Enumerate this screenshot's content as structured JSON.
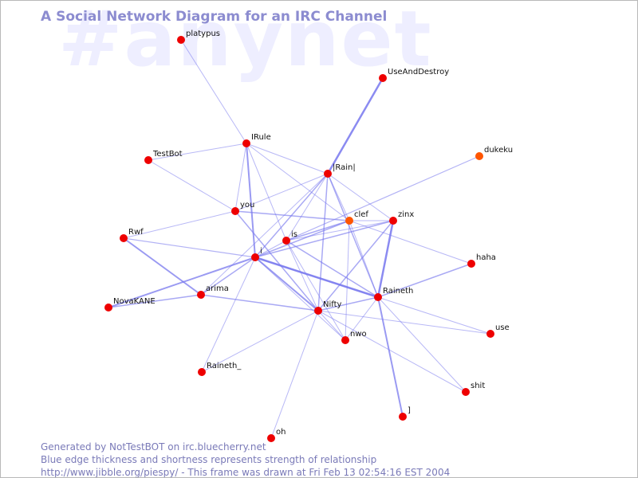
{
  "watermark": "#anynet",
  "title": "A Social Network Diagram for an IRC Channel",
  "colors": {
    "edge": "#7777ee",
    "node": "#ee0000",
    "node_highlight": "#ff5500",
    "title": "#8c8cd0",
    "footer": "#7a7ab8"
  },
  "nodes": [
    {
      "id": "platypus",
      "label": "platypus"
    },
    {
      "id": "UseAndDestroy",
      "label": "UseAndDestroy"
    },
    {
      "id": "IRule",
      "label": "IRule"
    },
    {
      "id": "TestBot",
      "label": "TestBot"
    },
    {
      "id": "IRain",
      "label": "|Rain|"
    },
    {
      "id": "dukeku",
      "label": "dukeku",
      "highlight": true
    },
    {
      "id": "you",
      "label": "you"
    },
    {
      "id": "clef",
      "label": "clef",
      "highlight": true
    },
    {
      "id": "zinx",
      "label": "zinx"
    },
    {
      "id": "Rwf",
      "label": "Rwf"
    },
    {
      "id": "is",
      "label": "is"
    },
    {
      "id": "i",
      "label": "i"
    },
    {
      "id": "haha",
      "label": "haha"
    },
    {
      "id": "arima",
      "label": "arima"
    },
    {
      "id": "Raineth",
      "label": "Raineth"
    },
    {
      "id": "NovaKANE",
      "label": "NovaKANE"
    },
    {
      "id": "Nifty",
      "label": "Nifty"
    },
    {
      "id": "use",
      "label": "use"
    },
    {
      "id": "nwo",
      "label": "nwo"
    },
    {
      "id": "Raineth_",
      "label": "Raineth_"
    },
    {
      "id": "shit",
      "label": "shit"
    },
    {
      "id": "bracket",
      "label": "]"
    },
    {
      "id": "oh",
      "label": "oh"
    }
  ],
  "edges": [
    {
      "from": "platypus",
      "to": "IRule",
      "w": 1
    },
    {
      "from": "IRule",
      "to": "TestBot",
      "w": 1
    },
    {
      "from": "IRule",
      "to": "IRain",
      "w": 1
    },
    {
      "from": "IRule",
      "to": "you",
      "w": 1
    },
    {
      "from": "IRule",
      "to": "i",
      "w": 2
    },
    {
      "from": "IRule",
      "to": "is",
      "w": 1
    },
    {
      "from": "IRule",
      "to": "clef",
      "w": 1
    },
    {
      "from": "TestBot",
      "to": "you",
      "w": 1
    },
    {
      "from": "UseAndDestroy",
      "to": "IRain",
      "w": 2.5
    },
    {
      "from": "IRain",
      "to": "you",
      "w": 1
    },
    {
      "from": "IRain",
      "to": "i",
      "w": 1.5
    },
    {
      "from": "IRain",
      "to": "is",
      "w": 1
    },
    {
      "from": "IRain",
      "to": "Nifty",
      "w": 1.5
    },
    {
      "from": "IRain",
      "to": "Raineth",
      "w": 1.5
    },
    {
      "from": "IRain",
      "to": "zinx",
      "w": 1
    },
    {
      "from": "IRain",
      "to": "clef",
      "w": 1
    },
    {
      "from": "IRain",
      "to": "arima",
      "w": 1
    },
    {
      "from": "dukeku",
      "to": "is",
      "w": 1.2
    },
    {
      "from": "you",
      "to": "clef",
      "w": 1.5
    },
    {
      "from": "you",
      "to": "Rwf",
      "w": 1
    },
    {
      "from": "you",
      "to": "Nifty",
      "w": 1.5
    },
    {
      "from": "clef",
      "to": "i",
      "w": 1.5
    },
    {
      "from": "clef",
      "to": "is",
      "w": 1.5
    },
    {
      "from": "clef",
      "to": "nwo",
      "w": 1
    },
    {
      "from": "clef",
      "to": "Raineth",
      "w": 1
    },
    {
      "from": "clef",
      "to": "haha",
      "w": 1
    },
    {
      "from": "clef",
      "to": "zinx",
      "w": 1
    },
    {
      "from": "zinx",
      "to": "i",
      "w": 1.5
    },
    {
      "from": "zinx",
      "to": "Raineth",
      "w": 2.5
    },
    {
      "from": "zinx",
      "to": "Nifty",
      "w": 1.5
    },
    {
      "from": "zinx",
      "to": "is",
      "w": 1
    },
    {
      "from": "Rwf",
      "to": "i",
      "w": 1.2
    },
    {
      "from": "Rwf",
      "to": "arima",
      "w": 2
    },
    {
      "from": "is",
      "to": "i",
      "w": 1
    },
    {
      "from": "is",
      "to": "Raineth",
      "w": 1.5
    },
    {
      "from": "is",
      "to": "nwo",
      "w": 1
    },
    {
      "from": "is",
      "to": "Nifty",
      "w": 1
    },
    {
      "from": "i",
      "to": "Raineth",
      "w": 2.5
    },
    {
      "from": "i",
      "to": "Nifty",
      "w": 2
    },
    {
      "from": "i",
      "to": "arima",
      "w": 1.5
    },
    {
      "from": "i",
      "to": "NovaKANE",
      "w": 2
    },
    {
      "from": "i",
      "to": "Raineth_",
      "w": 1
    },
    {
      "from": "i",
      "to": "use",
      "w": 1
    },
    {
      "from": "i",
      "to": "nwo",
      "w": 1
    },
    {
      "from": "Raineth",
      "to": "haha",
      "w": 1.5
    },
    {
      "from": "Raineth",
      "to": "Nifty",
      "w": 1.5
    },
    {
      "from": "Raineth",
      "to": "bracket",
      "w": 2
    },
    {
      "from": "Raineth",
      "to": "shit",
      "w": 1
    },
    {
      "from": "Raineth",
      "to": "nwo",
      "w": 1
    },
    {
      "from": "arima",
      "to": "NovaKANE",
      "w": 1.5
    },
    {
      "from": "arima",
      "to": "Nifty",
      "w": 1.5
    },
    {
      "from": "Nifty",
      "to": "use",
      "w": 1
    },
    {
      "from": "Nifty",
      "to": "nwo",
      "w": 1
    },
    {
      "from": "Nifty",
      "to": "oh",
      "w": 1
    },
    {
      "from": "Nifty",
      "to": "Raineth_",
      "w": 1
    },
    {
      "from": "Nifty",
      "to": "shit",
      "w": 1
    }
  ],
  "footer": {
    "line1": "Generated by NotTestBOT on irc.bluecherry.net",
    "line2": "Blue edge thickness and shortness represents strength of relationship",
    "line3": "http://www.jibble.org/piespy/ - This frame was drawn at Fri Feb 13 02:54:16 EST 2004"
  }
}
